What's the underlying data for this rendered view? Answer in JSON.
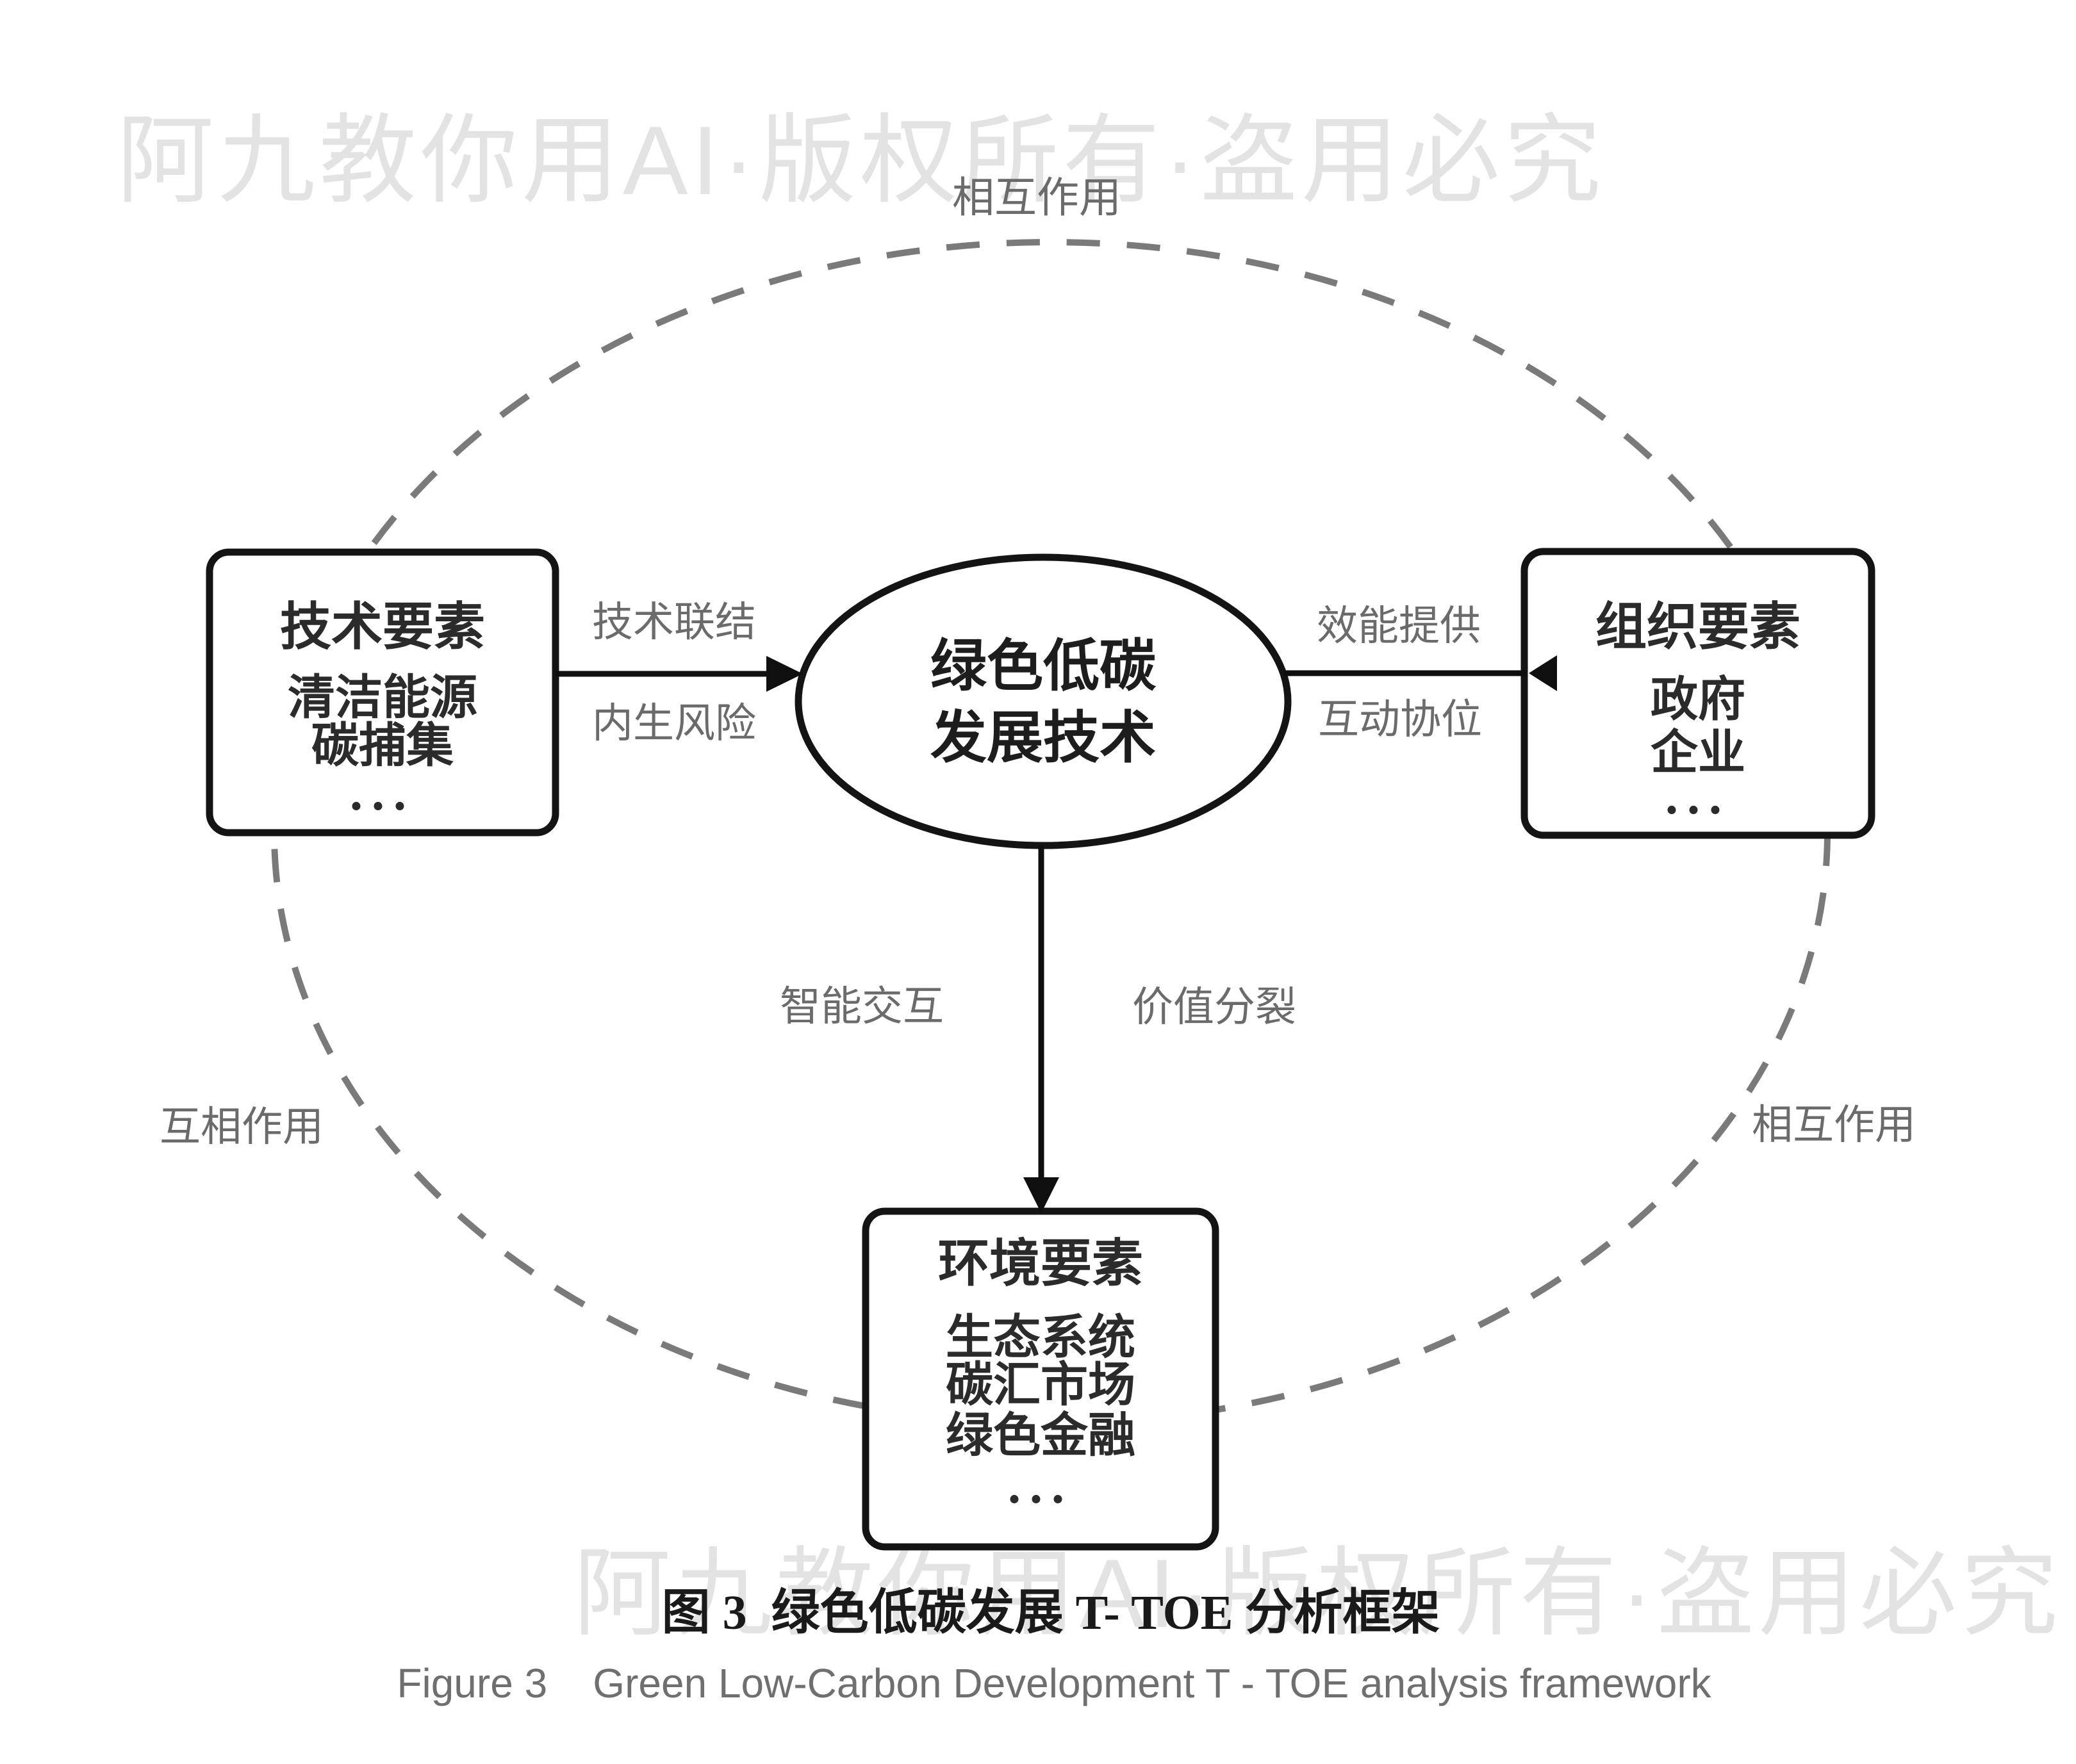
{
  "colors": {
    "ink": "#111111",
    "box_border": "#141414",
    "box_text": "#2b2b2b",
    "label_gray": "#6b6b6b",
    "dash_gray": "#7a7a7a",
    "watermark": "#e3e3e3",
    "caption_zh": "#1a1a1a",
    "caption_en": "#6f6f6f"
  },
  "watermark": {
    "text": "阿九教你用AI·版权所有·盗用必究"
  },
  "diagram": {
    "interaction_labels": {
      "top": "相互作用",
      "left": "互相作用",
      "right": "相互作用"
    },
    "core": {
      "line1": "绿色低碳",
      "line2": "发展技术"
    },
    "technology_box": {
      "title": "技术要素",
      "items": [
        "清洁能源",
        "碳捕集"
      ],
      "ellipsis": "..."
    },
    "organization_box": {
      "title": "组织要素",
      "items": [
        "政府",
        "企业"
      ],
      "ellipsis": "..."
    },
    "environment_box": {
      "title": "环境要素",
      "items": [
        "生态系统",
        "碳汇市场",
        "绿色金融"
      ],
      "ellipsis": "..."
    },
    "arrow_labels": {
      "tech_to_core_top": "技术联结",
      "tech_to_core_bottom": "内生风险",
      "core_to_org_top": "效能提供",
      "core_to_org_bottom": "互动协位",
      "core_to_env_left": "智能交互",
      "core_to_env_right": "价值分裂"
    }
  },
  "caption": {
    "zh": "图 3  绿色低碳发展 T- TOE 分析框架",
    "en": "Figure 3    Green Low-Carbon Development T - TOE analysis framework"
  }
}
